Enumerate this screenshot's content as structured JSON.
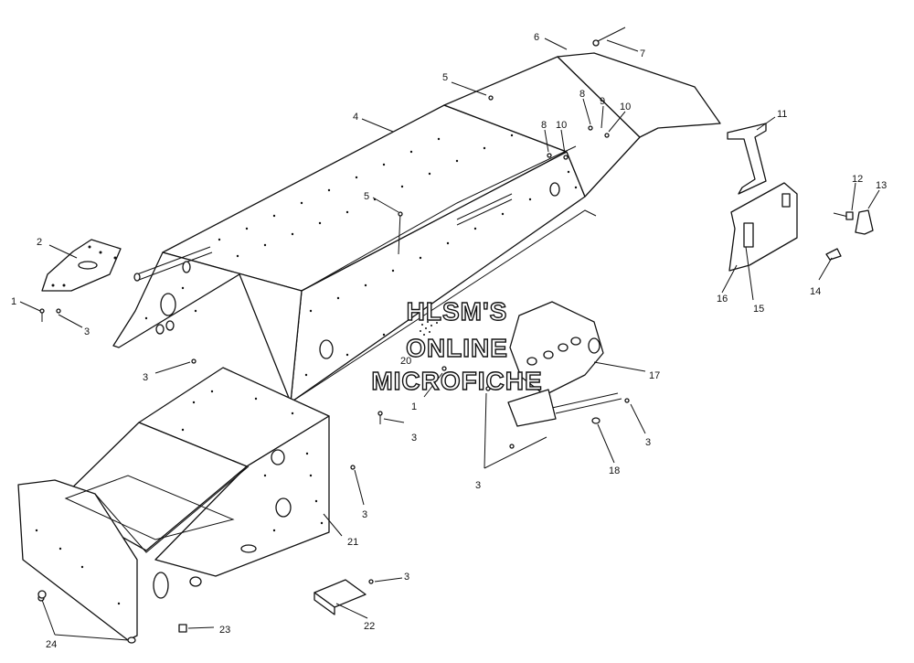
{
  "watermark": {
    "line1": "HLSM'S",
    "line2": "ONLINE",
    "line3": "MICROFICHE"
  },
  "callouts": [
    {
      "id": "c1a",
      "text": "1"
    },
    {
      "id": "c2",
      "text": "2"
    },
    {
      "id": "c3a",
      "text": "3"
    },
    {
      "id": "c3b",
      "text": "3"
    },
    {
      "id": "c4",
      "text": "4"
    },
    {
      "id": "c5a",
      "text": "5"
    },
    {
      "id": "c5b",
      "text": "5"
    },
    {
      "id": "c6",
      "text": "6"
    },
    {
      "id": "c7",
      "text": "7"
    },
    {
      "id": "c8a",
      "text": "8"
    },
    {
      "id": "c9",
      "text": "9"
    },
    {
      "id": "c10a",
      "text": "10"
    },
    {
      "id": "c8b",
      "text": "8"
    },
    {
      "id": "c10b",
      "text": "10"
    },
    {
      "id": "c11",
      "text": "11"
    },
    {
      "id": "c12",
      "text": "12"
    },
    {
      "id": "c13",
      "text": "13"
    },
    {
      "id": "c14",
      "text": "14"
    },
    {
      "id": "c15",
      "text": "15"
    },
    {
      "id": "c16",
      "text": "16"
    },
    {
      "id": "c17",
      "text": "17"
    },
    {
      "id": "c1b",
      "text": "1"
    },
    {
      "id": "c20",
      "text": "20"
    },
    {
      "id": "c3c",
      "text": "3"
    },
    {
      "id": "c3d",
      "text": "3"
    },
    {
      "id": "c3e",
      "text": "3"
    },
    {
      "id": "c18",
      "text": "18"
    },
    {
      "id": "c3f",
      "text": "3"
    },
    {
      "id": "c21",
      "text": "21"
    },
    {
      "id": "c3g",
      "text": "3"
    },
    {
      "id": "c22",
      "text": "22"
    },
    {
      "id": "c23",
      "text": "23"
    },
    {
      "id": "c24",
      "text": "24"
    }
  ]
}
